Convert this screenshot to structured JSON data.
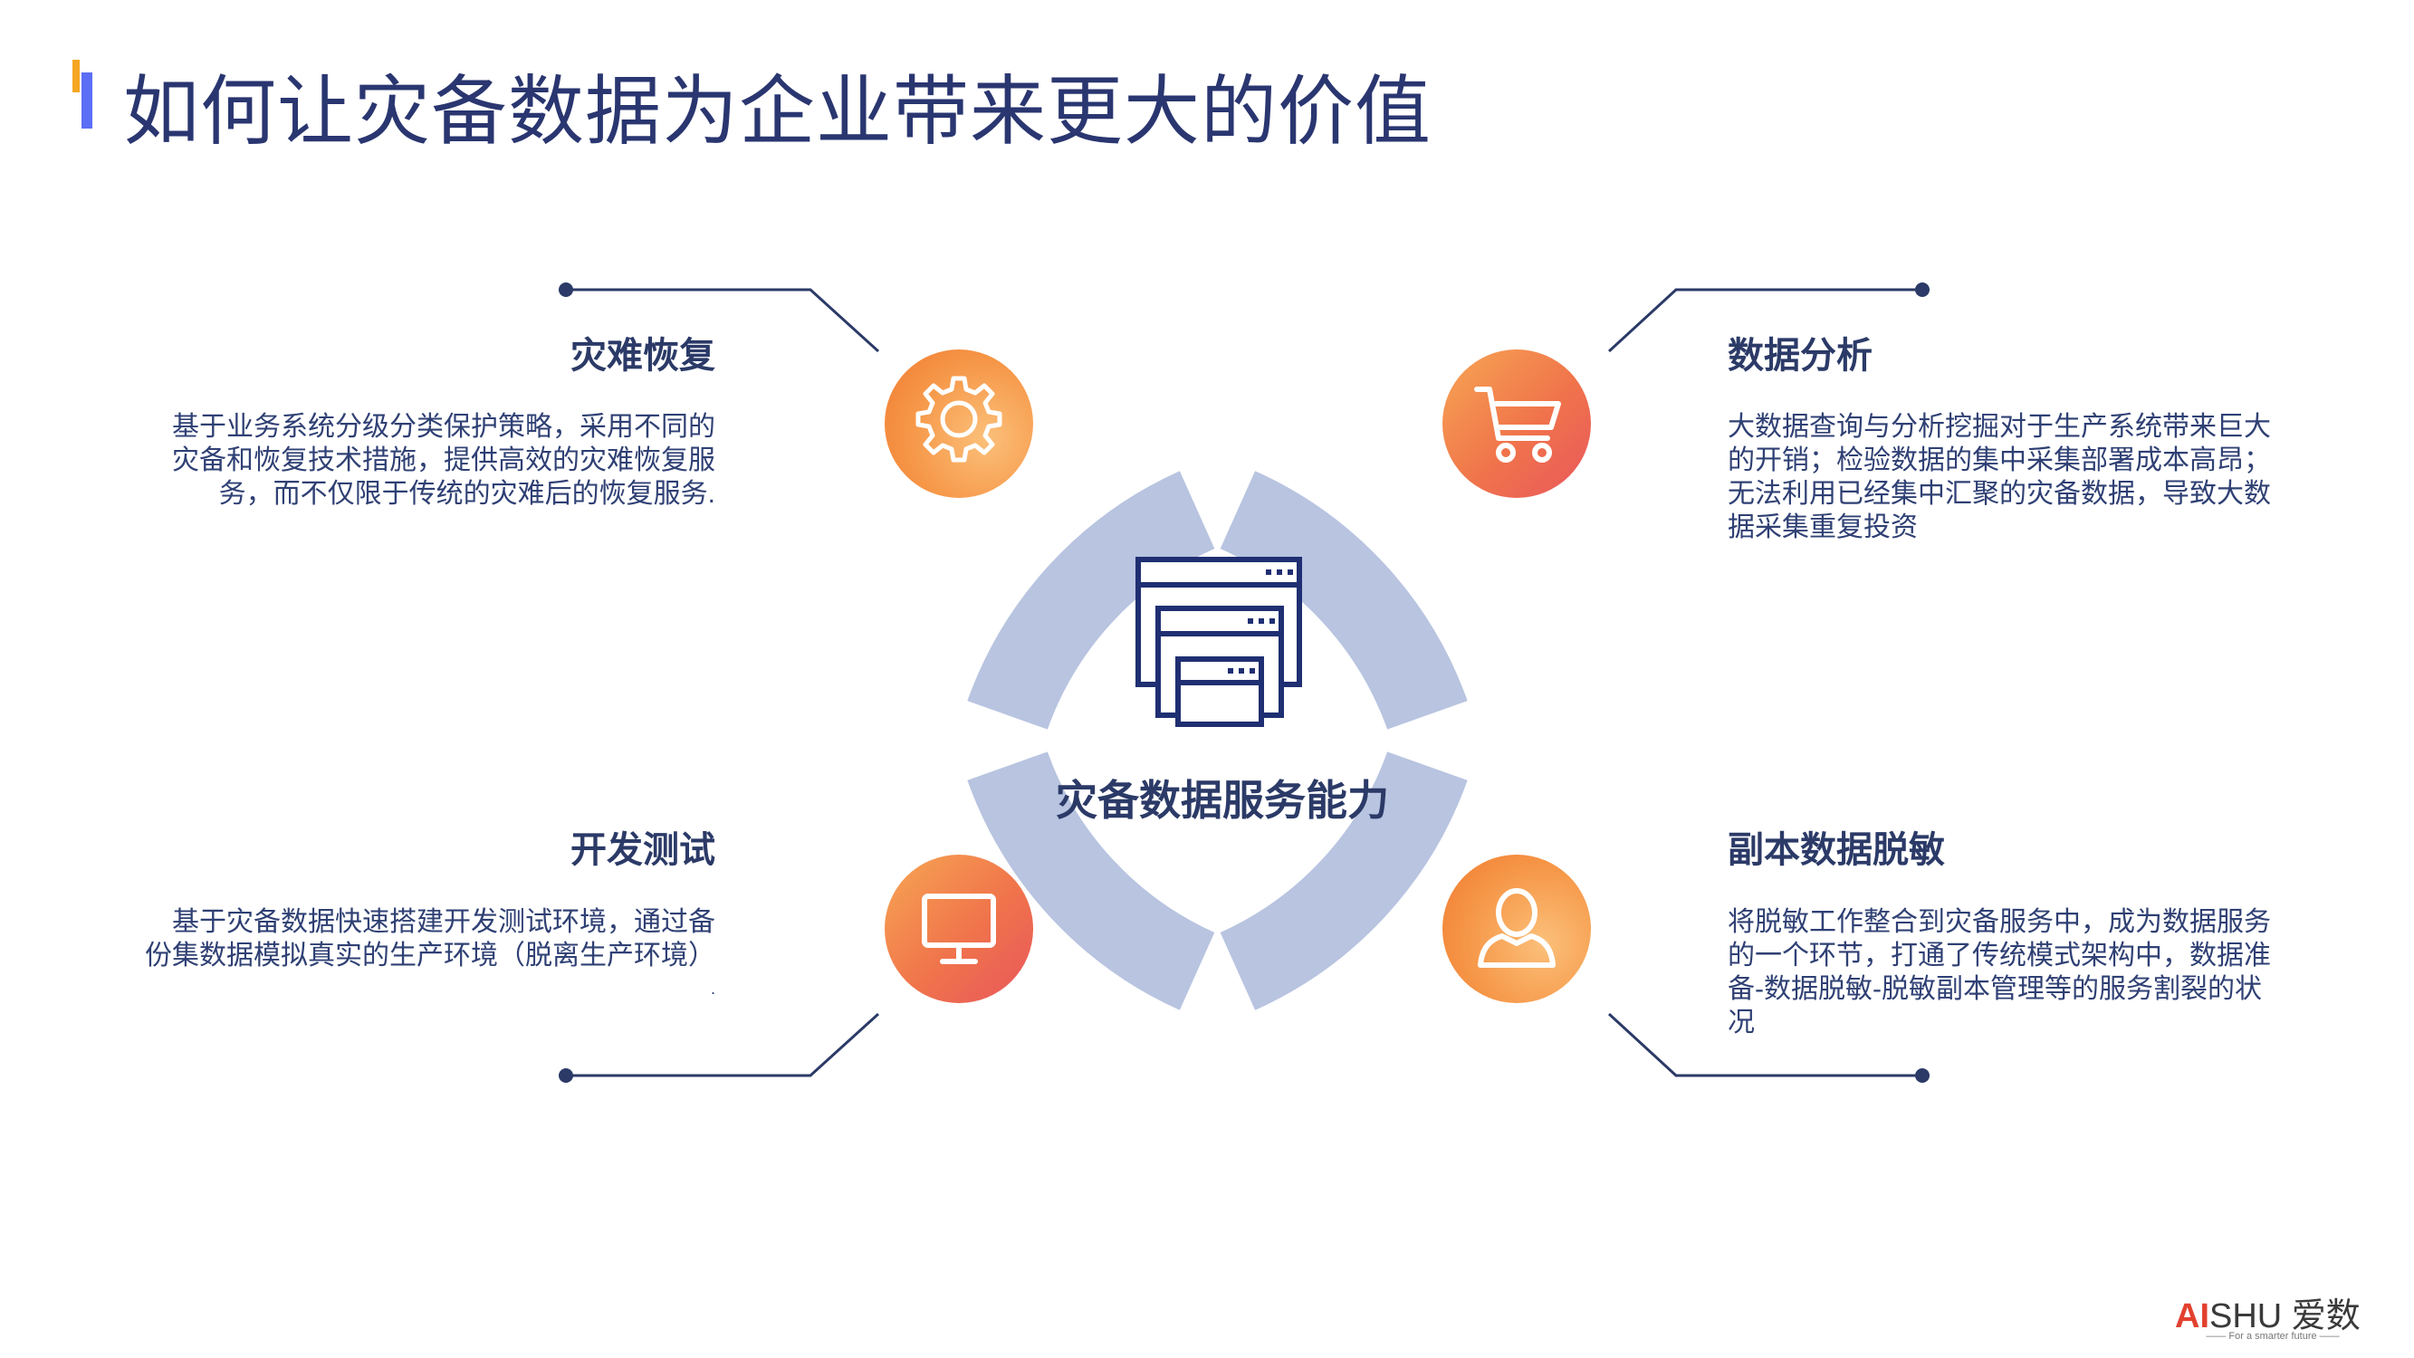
{
  "title": "如何让灾备数据为企业带来更大的价值",
  "center": {
    "label": "灾备数据服务能力",
    "icon": "stacked-windows-icon"
  },
  "items": [
    {
      "title": "灾难恢复",
      "icon": "gear-icon",
      "lines": [
        "基于业务系统分级分类保护策略，采用不同的",
        "灾备和恢复技术措施，提供高效的灾难恢复服",
        "务，而不仅限于传统的灾难后的恢复服务."
      ]
    },
    {
      "title": "数据分析",
      "icon": "shopping-cart-icon",
      "lines": [
        "大数据查询与分析挖掘对于生产系统带来巨大",
        "的开销；检验数据的集中采集部署成本高昂；",
        "无法利用已经集中汇聚的灾备数据，导致大数",
        "据采集重复投资"
      ]
    },
    {
      "title": "开发测试",
      "icon": "monitor-icon",
      "lines": [
        "基于灾备数据快速搭建开发测试环境，通过备",
        "份集数据模拟真实的生产环境（脱离生产环境）",
        "."
      ]
    },
    {
      "title": "副本数据脱敏",
      "icon": "user-icon",
      "lines": [
        "将脱敏工作整合到灾备服务中，成为数据服务",
        "的一个环节，打通了传统模式架构中，数据准",
        "备-数据脱敏-脱敏副本管理等的服务割裂的状",
        "况"
      ]
    }
  ],
  "logo": {
    "ai": "AI",
    "shu": "SHU 爱数",
    "tagline": "—— For a smarter future ——"
  },
  "colors": {
    "ring": "#b8c4e0",
    "navy": "#2b3a67",
    "orange": "#f5883a",
    "accent_blue": "#5b6ef5",
    "accent_yellow": "#f5a623"
  }
}
